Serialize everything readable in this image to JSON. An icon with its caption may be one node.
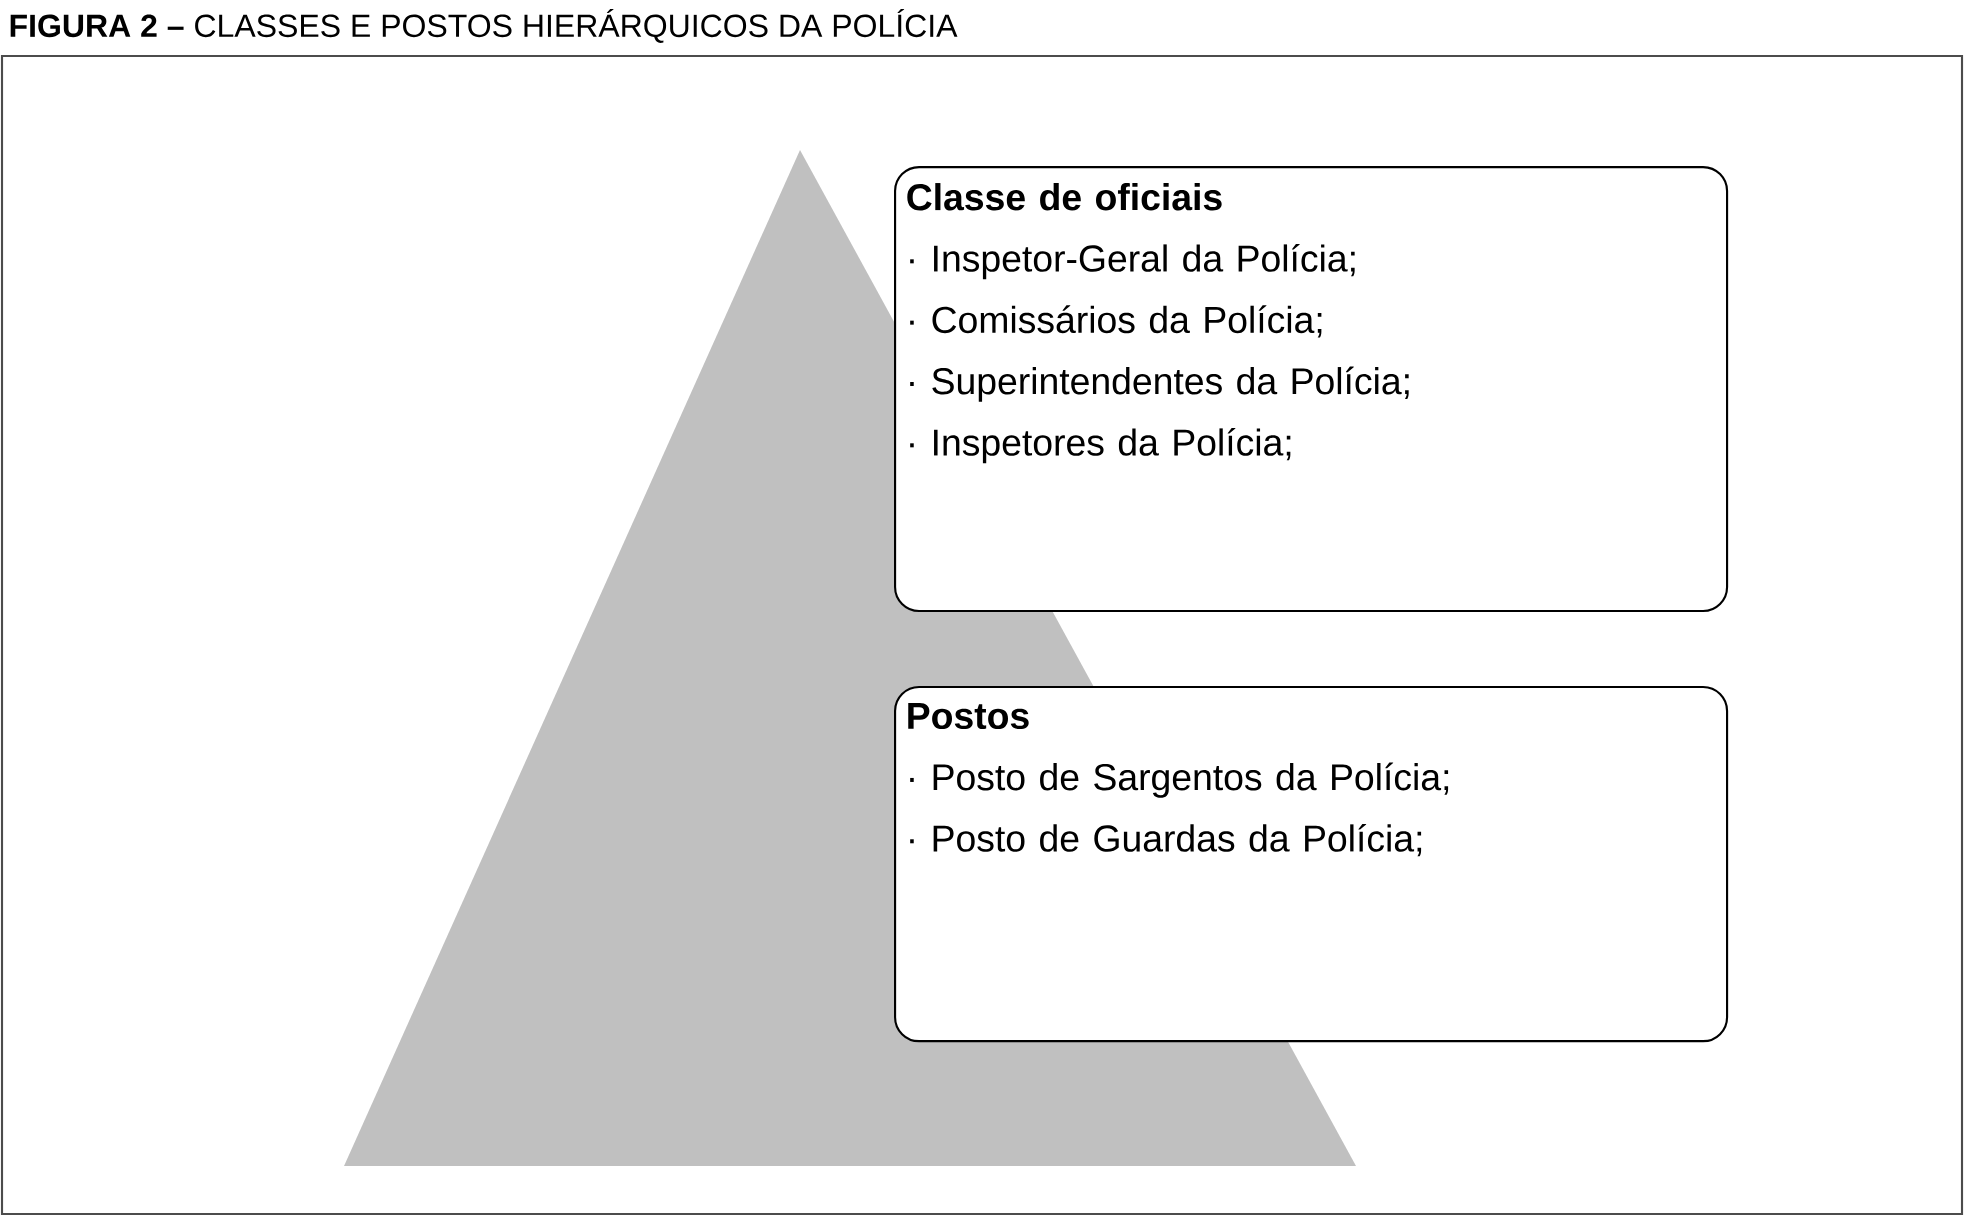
{
  "diagram": {
    "title": "**FIGURA 2 –** CLASSES E POSTOS HIERÁRQUICOS DA POLÍCIA",
    "nodes": [
      {
        "text": [
          "Classe de oficiais",
          "· Inspetor-Geral da Polícia;",
          "· Comissários da Polícia;",
          "· Superintendentes da Polícia;",
          "· Inspetores da Polícia;"
        ]
      },
      {
        "text": [
          "Postos",
          "· Posto de Sargentos da Polícia;",
          "· Posto de Guardas da Polícia;"
        ]
      }
    ]
  }
}
